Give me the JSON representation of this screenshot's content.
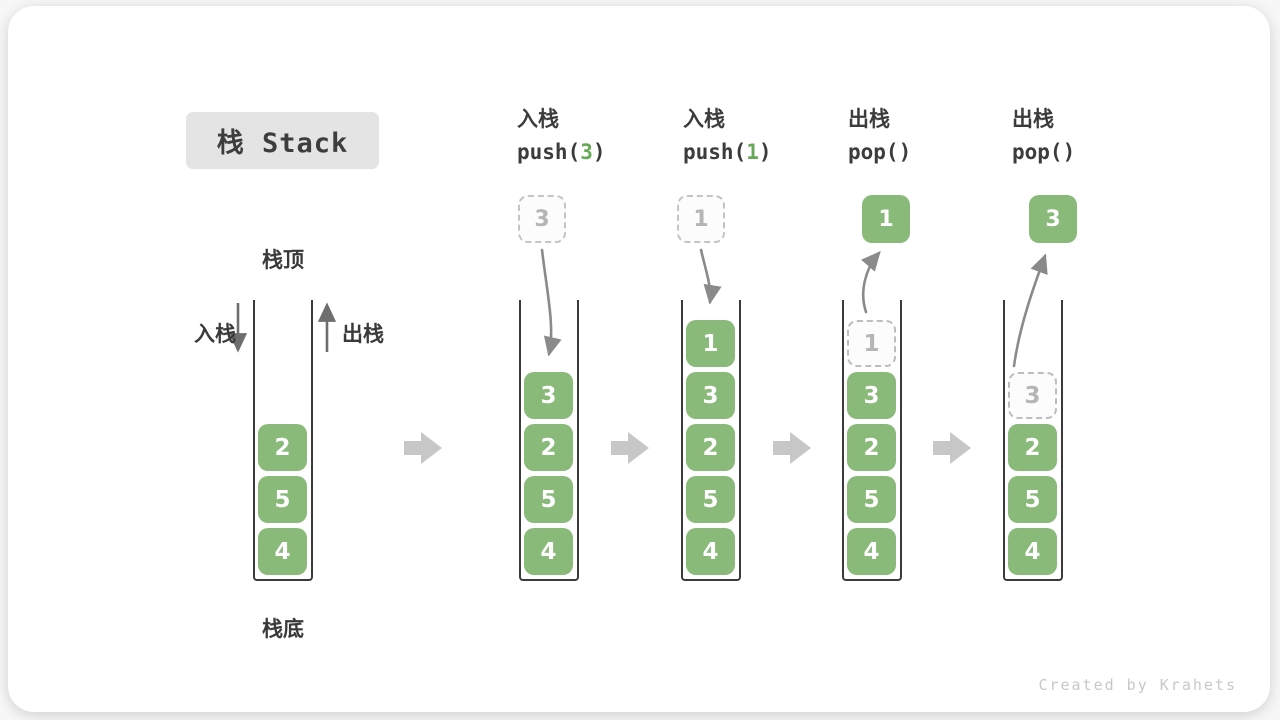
{
  "title": {
    "label": "栈 Stack"
  },
  "labels": {
    "stack_top": "栈顶",
    "stack_bottom": "栈底",
    "push_side": "入栈",
    "pop_side": "出栈"
  },
  "operations": [
    {
      "action": "入栈",
      "fn": "push(",
      "arg": "3",
      "close": ")"
    },
    {
      "action": "入栈",
      "fn": "push(",
      "arg": "1",
      "close": ")"
    },
    {
      "action": "出栈",
      "fn": "pop()",
      "arg": "",
      "close": ""
    },
    {
      "action": "出栈",
      "fn": "pop()",
      "arg": "",
      "close": ""
    }
  ],
  "stacks": [
    {
      "cells": [
        "2",
        "5",
        "4"
      ]
    },
    {
      "incoming": "3",
      "cells": [
        "3",
        "2",
        "5",
        "4"
      ]
    },
    {
      "incoming": "1",
      "cells": [
        "1",
        "3",
        "2",
        "5",
        "4"
      ]
    },
    {
      "outgoing": "1",
      "ghost": "1",
      "cells": [
        "3",
        "2",
        "5",
        "4"
      ]
    },
    {
      "outgoing": "3",
      "ghost": "3",
      "cells": [
        "2",
        "5",
        "4"
      ]
    }
  ],
  "watermark": "Created by Krahets",
  "colors": {
    "cell_green": "#89ba79",
    "arg_green": "#67a957",
    "ghost_gray": "#bdbdbd",
    "curved_arrow_gray": "#8a8a8a",
    "block_arrow_gray": "#c7c7c7",
    "title_bg": "#e4e4e4",
    "text_dark": "#3c3c3c",
    "watermark_gray": "#c8c8c8"
  }
}
